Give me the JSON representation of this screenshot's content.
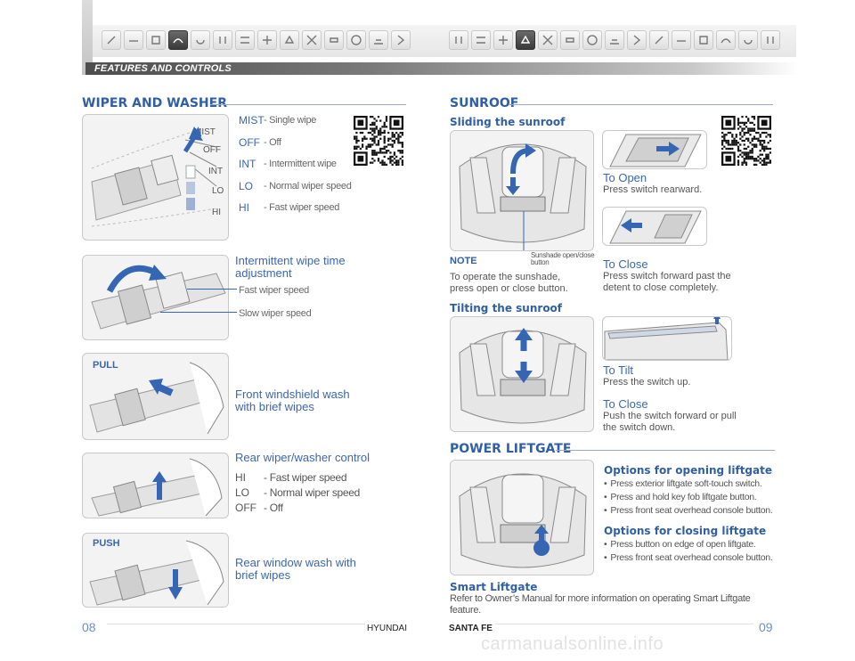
{
  "header": {
    "strip_label": "FEATURES AND CONTROLS"
  },
  "colors": {
    "accent_blue": "#2f5fa5",
    "arrow_blue": "#3566b3"
  },
  "wiper": {
    "title": "WIPER AND WASHER",
    "diagram_labels": [
      "MIST",
      "OFF",
      "INT",
      "LO",
      "HI"
    ],
    "modes": [
      {
        "key": "MIST",
        "desc": "- Single wipe"
      },
      {
        "key": "OFF",
        "desc": "- Off"
      },
      {
        "key": "INT",
        "desc": "- Intermittent wipe"
      },
      {
        "key": "LO",
        "desc": "- Normal wiper speed"
      },
      {
        "key": "HI",
        "desc": "- Fast wiper speed"
      }
    ],
    "intermittent": {
      "title": "Intermittent wipe time adjustment",
      "fast": "Fast wiper speed",
      "slow": "Slow wiper speed"
    },
    "front_wash": {
      "pill": "PULL",
      "title": "Front windshield wash with brief wipes"
    },
    "rear_control": {
      "title": "Rear wiper/washer control",
      "modes": [
        {
          "key": "HI",
          "desc": "- Fast wiper speed"
        },
        {
          "key": "LO",
          "desc": "- Normal wiper speed"
        },
        {
          "key": "OFF",
          "desc": "- Off"
        }
      ]
    },
    "rear_wash": {
      "pill": "PUSH",
      "title": "Rear window wash with brief wipes"
    }
  },
  "sunroof": {
    "title": "SUNROOF",
    "sliding": {
      "title": "Sliding the sunroof",
      "callout": "Sunshade open/close button",
      "open_title": "To Open",
      "open_text": "Press switch rearward.",
      "close_title": "To Close",
      "close_text": "Press switch forward past the detent to close completely.",
      "note_title": "NOTE",
      "note_text": "To operate the sunshade, press open or close button."
    },
    "tilting": {
      "title": "Tilting the sunroof",
      "tilt_title": "To Tilt",
      "tilt_text": "Press the switch up.",
      "close_title": "To Close",
      "close_text": "Push the switch forward or pull the switch down."
    }
  },
  "liftgate": {
    "title": "POWER LIFTGATE",
    "opening_title": "Options for opening liftgate",
    "opening": [
      "Press exterior liftgate soft-touch switch.",
      "Press and hold key fob liftgate button.",
      "Press front seat overhead console button."
    ],
    "closing_title": "Options for closing liftgate",
    "closing": [
      "Press button on edge of open liftgate.",
      "Press front seat overhead console button."
    ],
    "smart_title": "Smart Liftgate",
    "smart_text": "Refer to Owner’s Manual for more information on operating Smart Liftgate feature."
  },
  "footer": {
    "left_page": "08",
    "right_page": "09",
    "brand_left": "HYUNDAI",
    "brand_right": "SANTA FE",
    "watermark": "carmanualsonline.info"
  }
}
